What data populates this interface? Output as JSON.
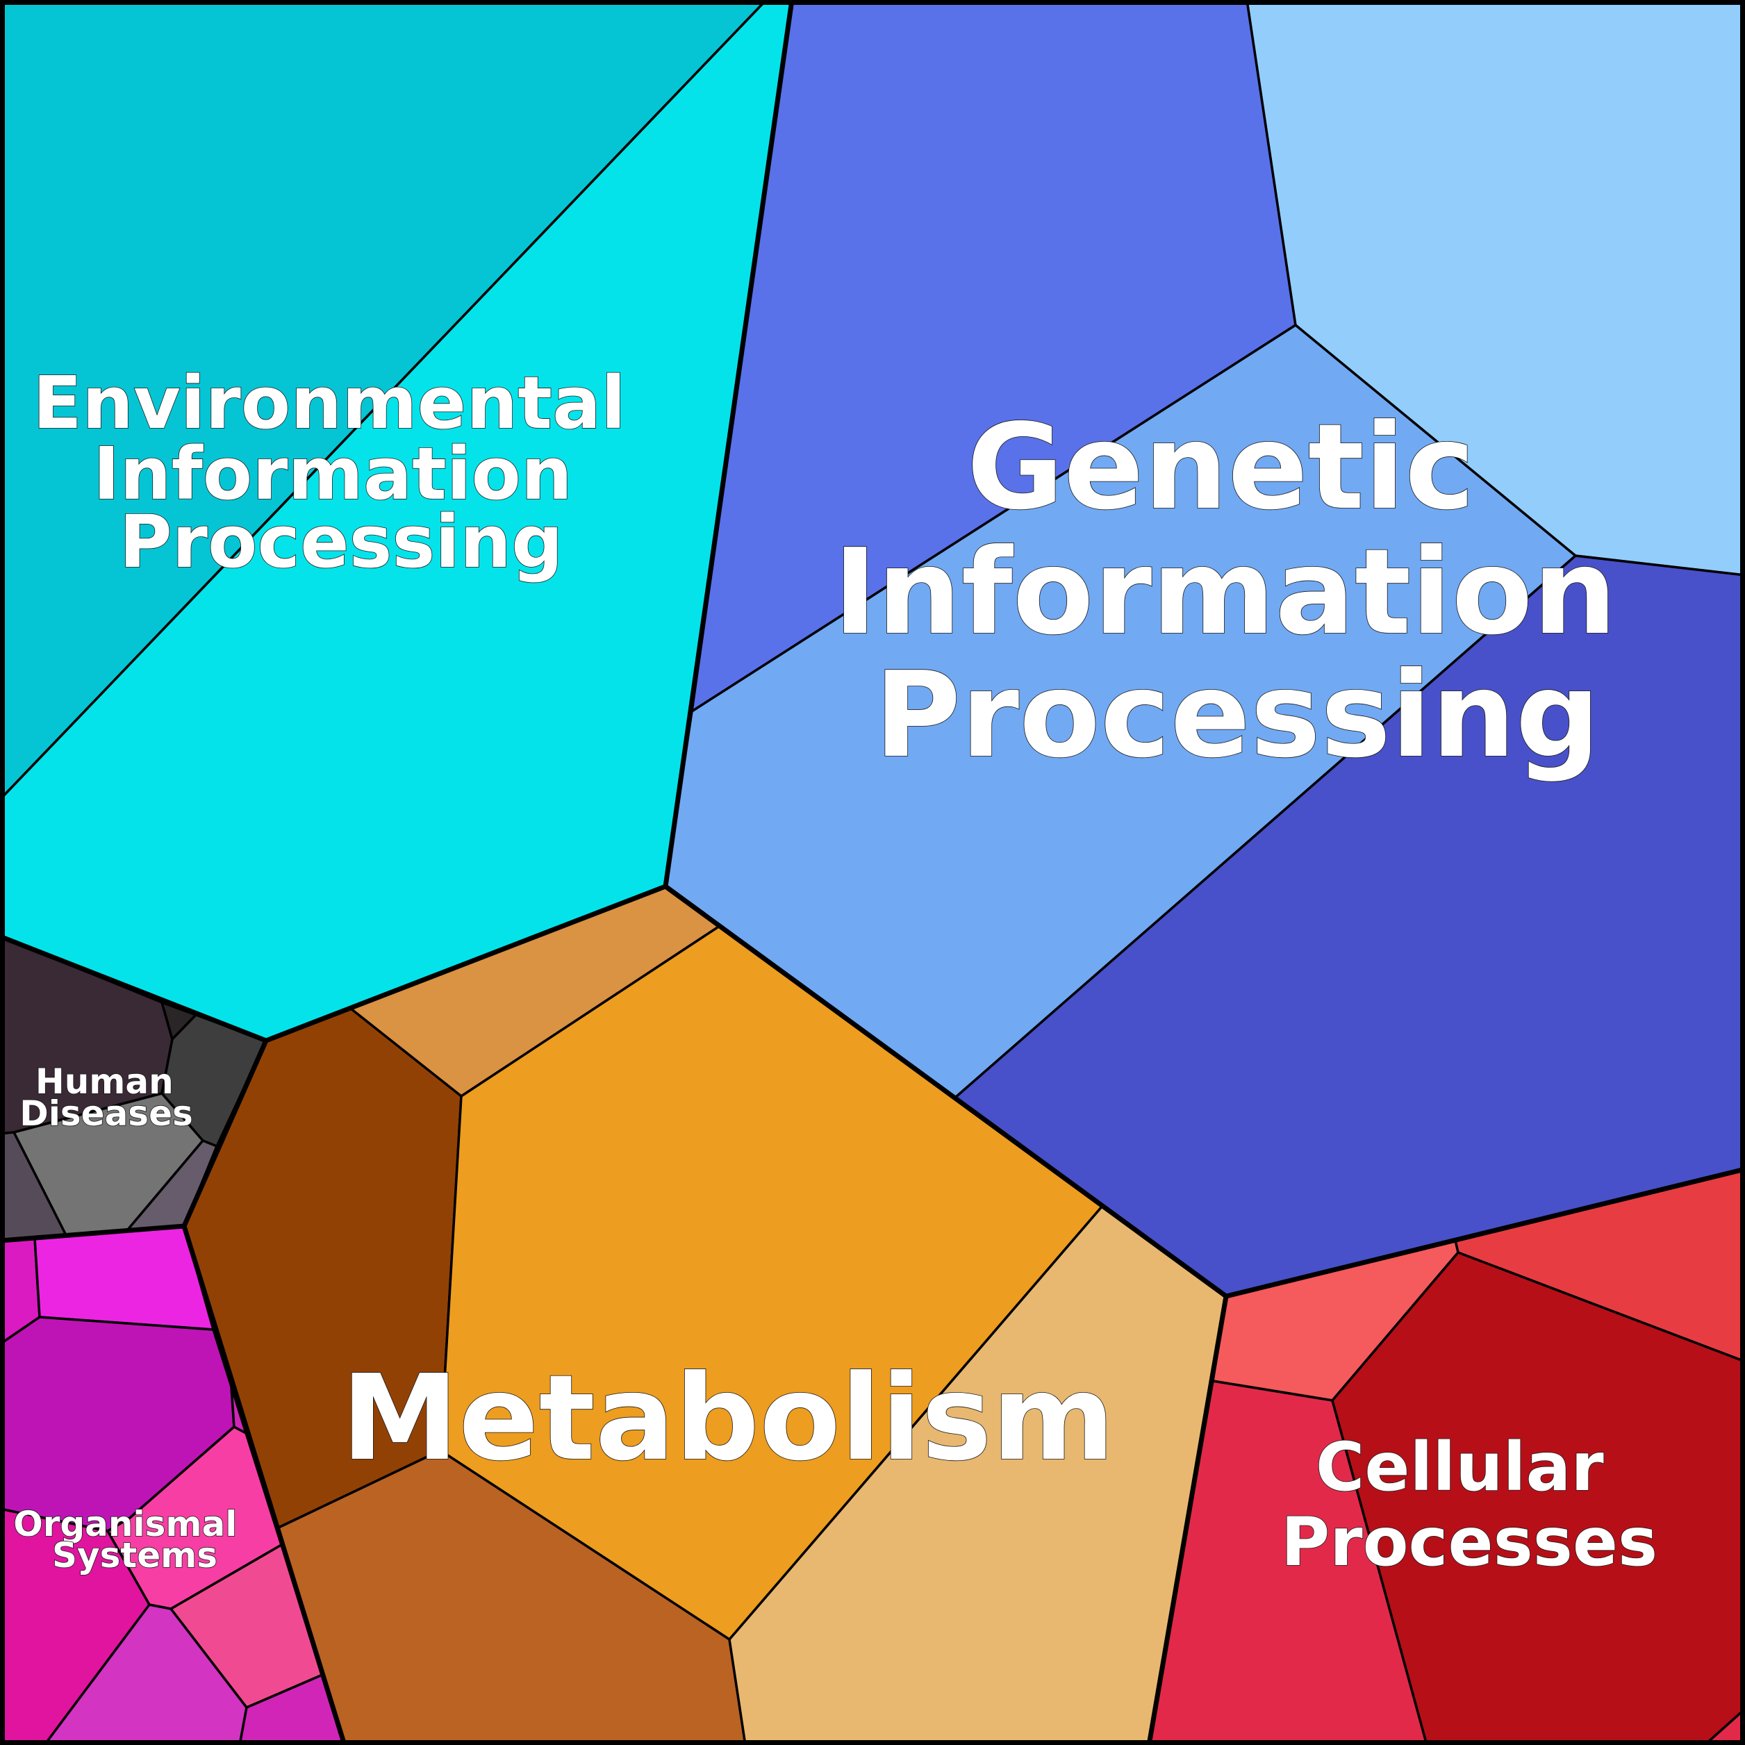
{
  "groups": {
    "environmental": {
      "lines": [
        "Environmental",
        "Information",
        "Processing"
      ]
    },
    "genetic": {
      "lines": [
        "Genetic",
        "Information",
        "Processing"
      ]
    },
    "human": {
      "lines": [
        "Human",
        "Diseases"
      ]
    },
    "organismal": {
      "lines": [
        "Organismal",
        "Systems"
      ]
    },
    "metabolism": {
      "lines": [
        "Metabolism"
      ]
    },
    "cellular": {
      "lines": [
        "Cellular",
        "Processes"
      ]
    }
  },
  "colors": {
    "environmental": [
      "#05C5D4",
      "#05E3EA"
    ],
    "genetic": [
      "#5971E9",
      "#93CDFB",
      "#71A9F3",
      "#4851C9"
    ],
    "metabolism": [
      "#DA9243",
      "#924105",
      "#ED9D1F",
      "#BA6323",
      "#E8B870"
    ],
    "cellular": [
      "#E83C43",
      "#F55A5C",
      "#E32949",
      "#B60F18"
    ],
    "human_diseases": [
      "#392A36",
      "#3E3E3E",
      "#2A2526",
      "#747474",
      "#564C59",
      "#675C6B"
    ],
    "organismal": [
      "#EC25E2",
      "#DA1BC2",
      "#BE14B5",
      "#F73EA4",
      "#F04B92",
      "#E0149F",
      "#D334C2",
      "#D125B8"
    ]
  }
}
